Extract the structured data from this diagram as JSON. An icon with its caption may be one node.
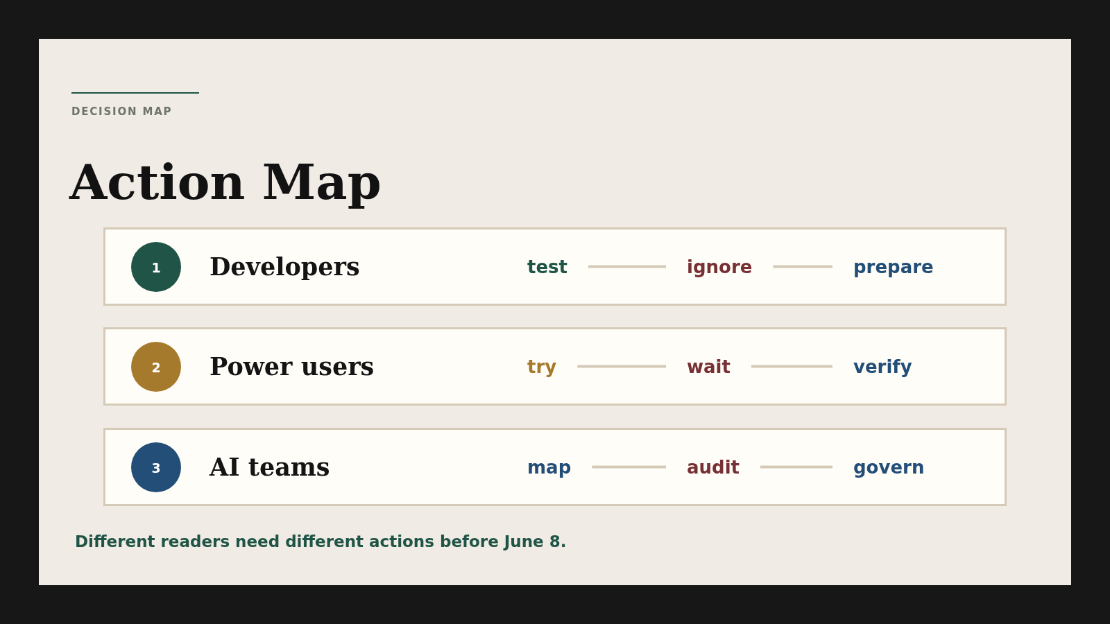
{
  "diagram": {
    "title": "Action Map",
    "caption": "Different readers need different actions before June 8.",
    "nodes": [
      {
        "text": [
          "Developers"
        ]
      },
      {
        "text": [
          "1"
        ],
        "in": 0
      },
      {
        "text": [
          "test"
        ],
        "in": 0
      },
      {
        "text": [
          "ignore"
        ],
        "in": 0
      },
      {
        "text": [
          "prepare"
        ],
        "in": 0
      },
      {
        "text": [
          "Power users"
        ]
      },
      {
        "text": [
          "2"
        ],
        "in": 5
      },
      {
        "text": [
          "try"
        ],
        "in": 5
      },
      {
        "text": [
          "wait"
        ],
        "in": 5
      },
      {
        "text": [
          "verify"
        ],
        "in": 5
      },
      {
        "text": [
          "AI teams"
        ]
      },
      {
        "text": [
          "3"
        ],
        "in": 10
      },
      {
        "text": [
          "map"
        ],
        "in": 10
      },
      {
        "text": [
          "audit"
        ],
        "in": 10
      },
      {
        "text": [
          "govern"
        ],
        "in": 10
      }
    ],
    "edges": [
      {
        "from": 2,
        "to": 3,
        "arrow": "none"
      },
      {
        "from": 3,
        "to": 4,
        "arrow": "none"
      },
      {
        "from": 7,
        "to": 8,
        "arrow": "none"
      },
      {
        "from": 8,
        "to": 9,
        "arrow": "none"
      },
      {
        "from": 12,
        "to": 13,
        "arrow": "none"
      },
      {
        "from": 13,
        "to": 14,
        "arrow": "none"
      }
    ],
    "labels": [
      "DECISION MAP"
    ]
  }
}
